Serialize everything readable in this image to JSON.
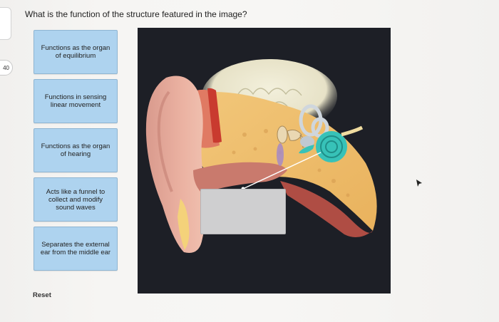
{
  "timer": {
    "text": "40"
  },
  "question": {
    "text": "What is the function of the structure featured in the image?"
  },
  "options": [
    {
      "label": "Functions as the organ of equilibrium"
    },
    {
      "label": "Functions in sensing linear movement"
    },
    {
      "label": "Functions as the organ of hearing"
    },
    {
      "label": "Acts like a funnel to collect and modify sound waves"
    },
    {
      "label": "Separates the external ear from the middle ear"
    }
  ],
  "reset": {
    "label": "Reset"
  },
  "figure": {
    "background": "#1d1f26",
    "dropzone_color": "#cfcfd0",
    "option_color": "#aed3ef"
  }
}
